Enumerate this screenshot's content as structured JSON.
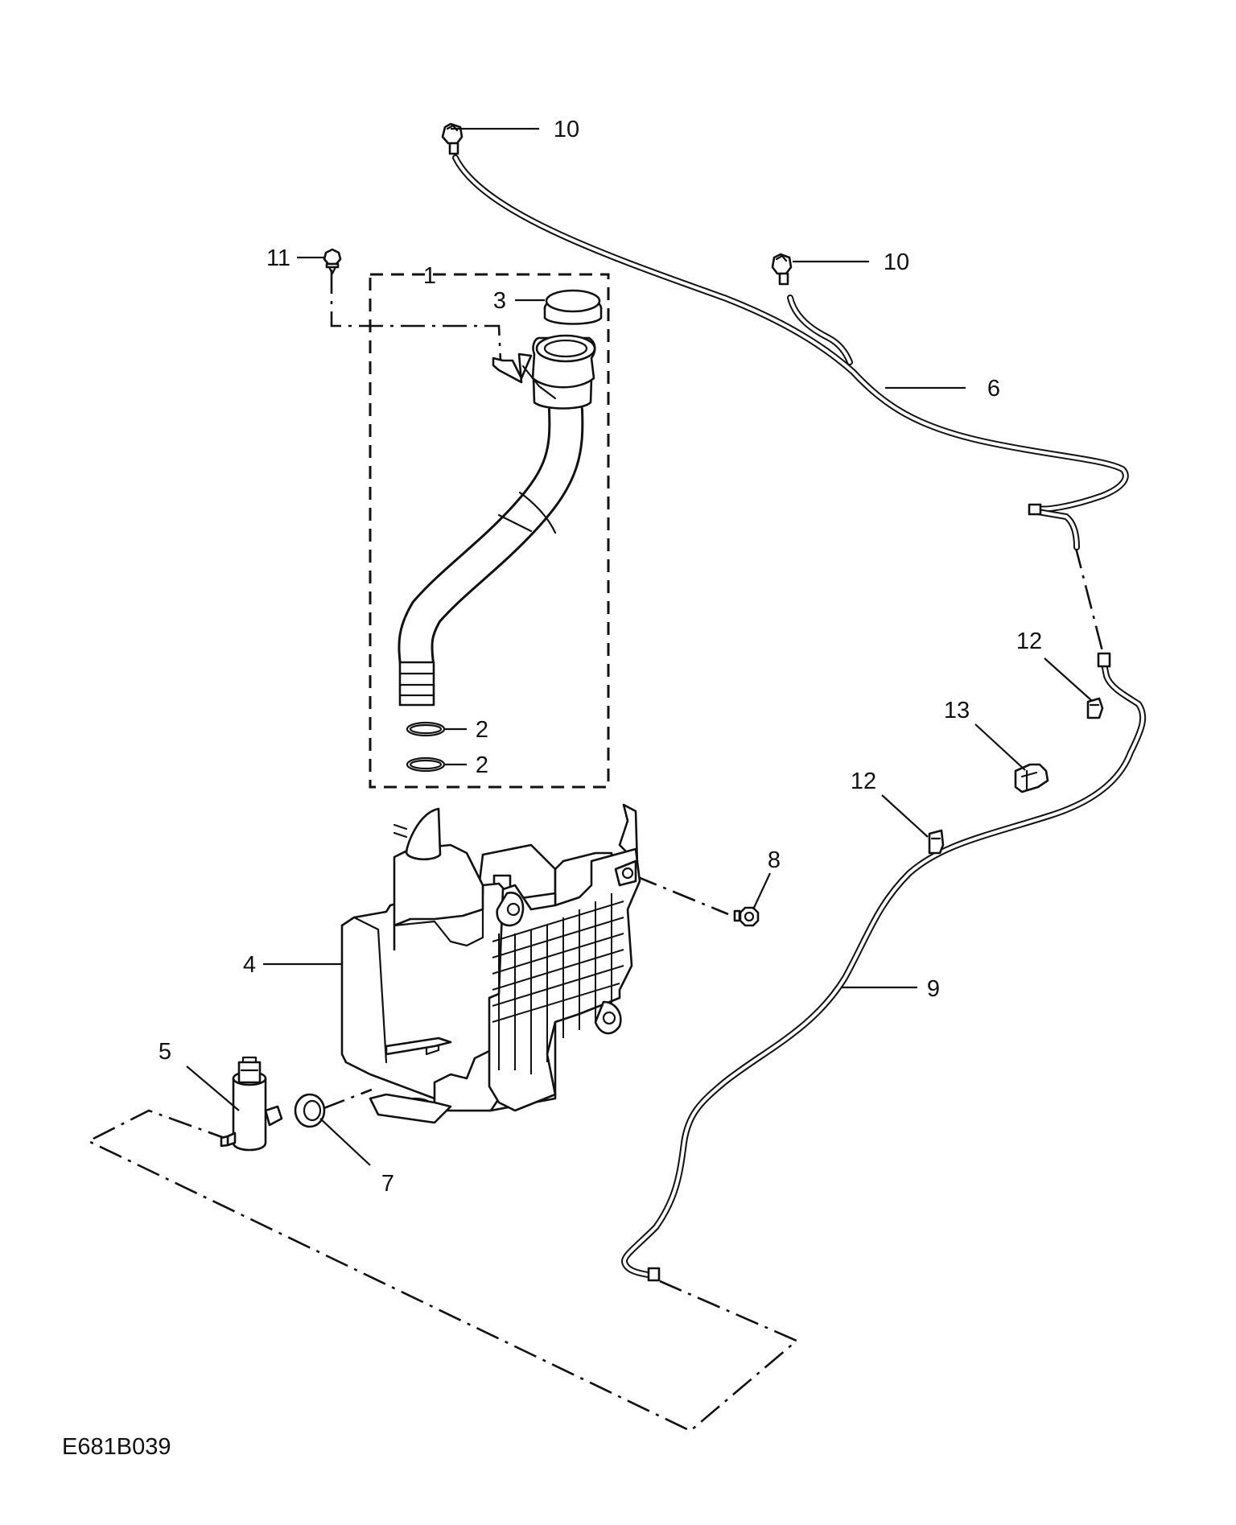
{
  "diagram": {
    "reference_code": "E681B039",
    "callouts": [
      {
        "id": "c1",
        "label": "1"
      },
      {
        "id": "c2a",
        "label": "2"
      },
      {
        "id": "c2b",
        "label": "2"
      },
      {
        "id": "c3",
        "label": "3"
      },
      {
        "id": "c4",
        "label": "4"
      },
      {
        "id": "c5",
        "label": "5"
      },
      {
        "id": "c6",
        "label": "6"
      },
      {
        "id": "c7",
        "label": "7"
      },
      {
        "id": "c8",
        "label": "8"
      },
      {
        "id": "c9",
        "label": "9"
      },
      {
        "id": "c10a",
        "label": "10"
      },
      {
        "id": "c10b",
        "label": "10"
      },
      {
        "id": "c11",
        "label": "11"
      },
      {
        "id": "c12a",
        "label": "12"
      },
      {
        "id": "c12b",
        "label": "12"
      },
      {
        "id": "c13",
        "label": "13"
      }
    ]
  }
}
